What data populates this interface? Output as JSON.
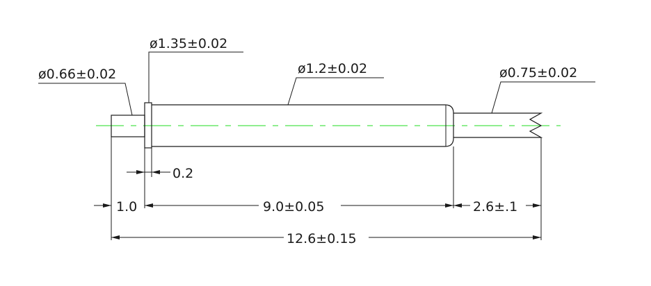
{
  "drawing": {
    "labels": {
      "dia_tip": "ø0.66±0.02",
      "dia_collar": "ø1.35±0.02",
      "dia_body": "ø1.2±0.02",
      "dia_plunger": "ø0.75±0.02",
      "collar_thickness": "0.2",
      "tip_length": "1.0",
      "body_length": "9.0±0.05",
      "plunger_length": "2.6±.1",
      "overall_length": "12.6±0.15"
    },
    "colors": {
      "line": "#1a1a1a",
      "centerline": "#22dd22",
      "background": "#ffffff"
    }
  }
}
